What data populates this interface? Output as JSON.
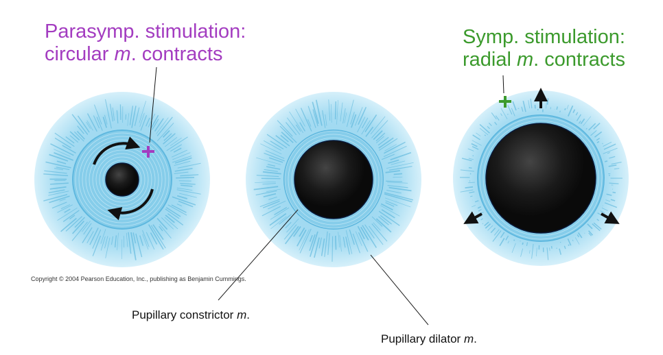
{
  "parasymp": {
    "line1": "Parasymp. stimulation:",
    "line2_pre": "circular ",
    "line2_em": "m",
    "line2_post": ". contracts",
    "color": "#a33cc0"
  },
  "symp": {
    "line1": "Symp. stimulation:",
    "line2_pre": "radial ",
    "line2_em": "m",
    "line2_post": ". contracts",
    "color": "#3b9a2c"
  },
  "labels": {
    "constrictor_pre": "Pupillary constrictor ",
    "constrictor_em": "m",
    "constrictor_post": ".",
    "dilator_pre": "Pupillary dilator ",
    "dilator_em": "m",
    "dilator_post": "."
  },
  "copyright": "Copyright © 2004 Pearson Education, Inc., publishing as Benjamin Cummings.",
  "colors": {
    "iris_outer": "#b9e6f6",
    "iris_inner": "#7fcbe9",
    "streak": "#4fb0d8",
    "pupil": "#111111"
  }
}
